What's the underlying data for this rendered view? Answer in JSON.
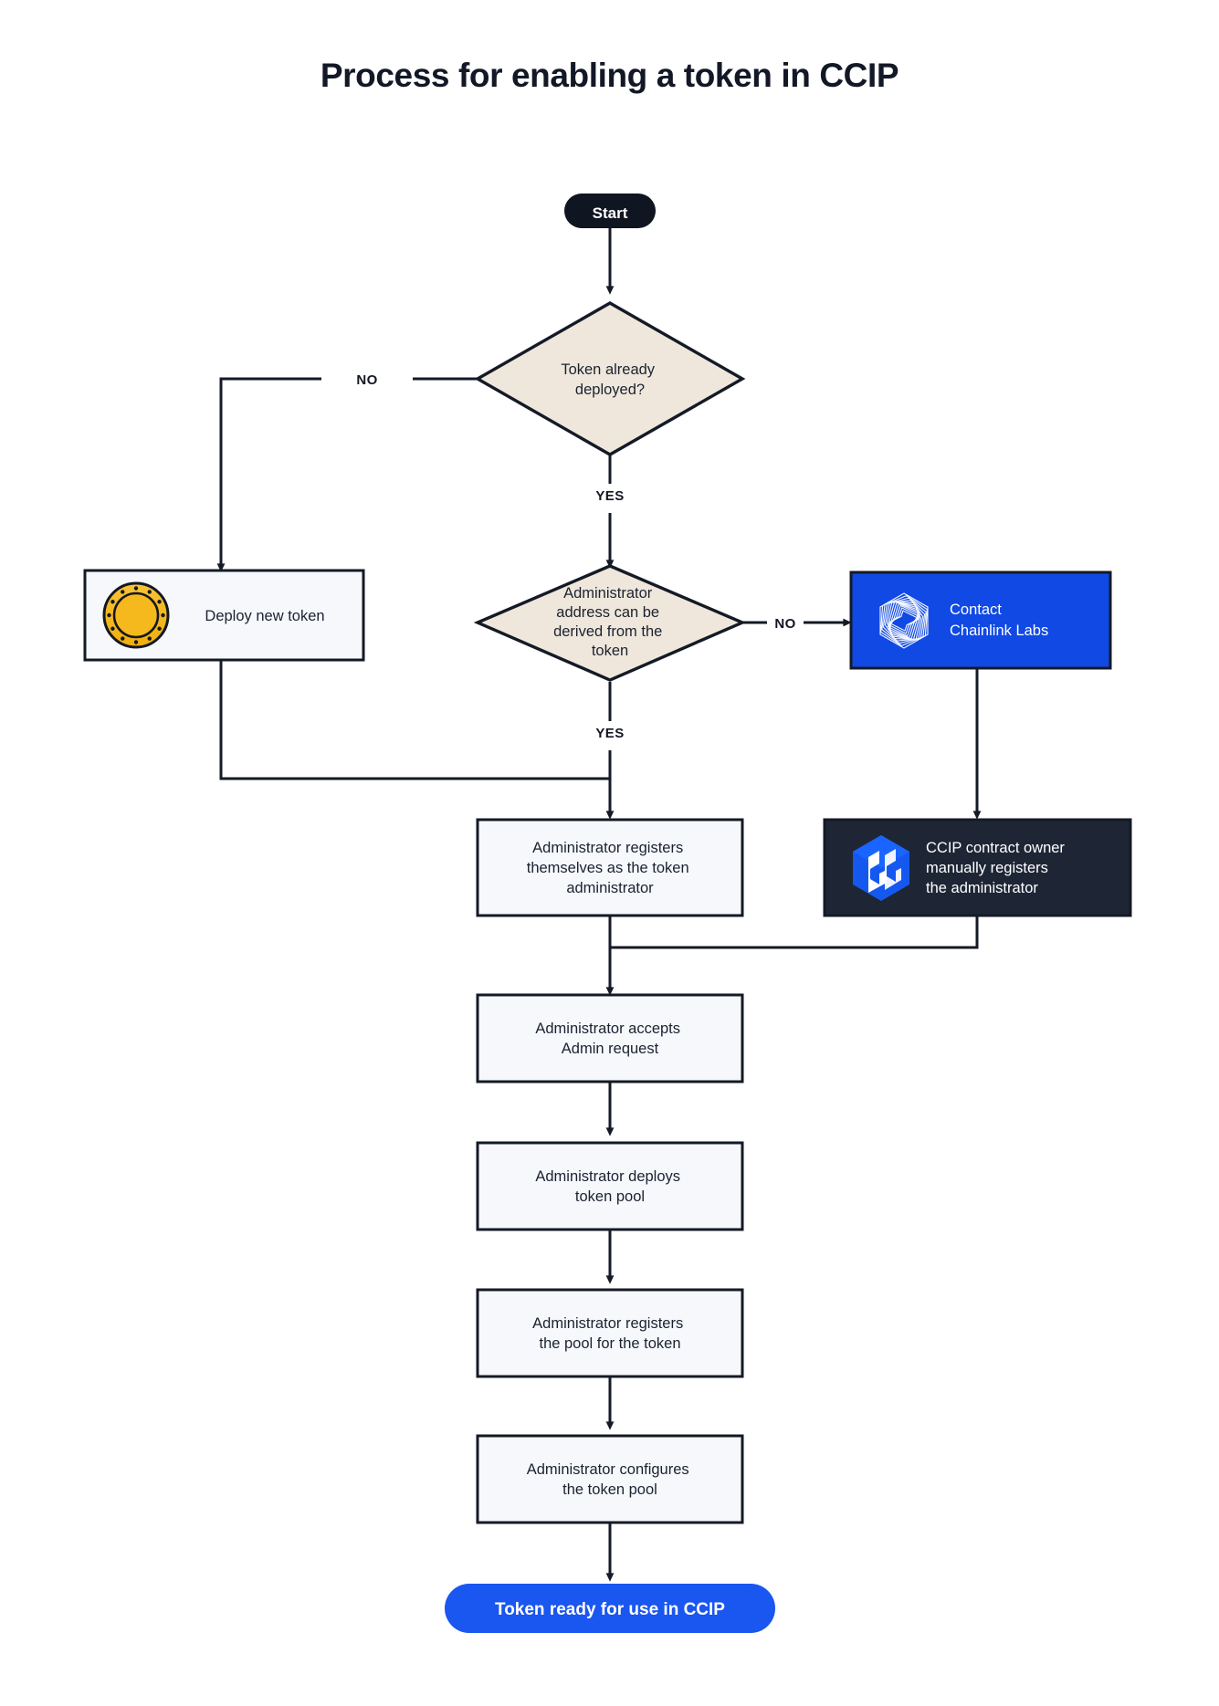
{
  "title": "Process for enabling a token in CCIP",
  "colors": {
    "background": "#ffffff",
    "title_text": "#121826",
    "stroke": "#141a26",
    "process_fill": "#f6f8fc",
    "decision_fill": "#efe7dc",
    "brand_blue": "#1049e4",
    "dark_navy": "#1e2636",
    "start_pill": "#101522",
    "coin_gold": "#f5b81d",
    "end_pill": "#1a56f0"
  },
  "nodes": {
    "start": {
      "label": "Start",
      "type": "terminator"
    },
    "decision_token_deployed": {
      "label_lines": [
        "Token already",
        "deployed?"
      ],
      "type": "decision"
    },
    "deploy_new_token": {
      "label_lines": [
        "Deploy new token"
      ],
      "type": "process",
      "icon": "gold-coin-icon"
    },
    "decision_admin_derivable": {
      "label_lines": [
        "Administrator",
        "address can be",
        "derived from the",
        "token"
      ],
      "type": "decision"
    },
    "contact_chainlink_labs": {
      "label_lines": [
        "Contact",
        "Chainlink Labs"
      ],
      "type": "process-blue",
      "icon": "chainlink-hexagon-icon"
    },
    "admin_registers_self": {
      "label_lines": [
        "Administrator registers",
        "themselves as the token",
        "administrator"
      ],
      "type": "process"
    },
    "ccip_owner_registers": {
      "label_lines": [
        "CCIP contract owner",
        "manually registers",
        "the administrator"
      ],
      "type": "process-dark",
      "icon": "ccip-hexagon-icon"
    },
    "admin_accepts": {
      "label_lines": [
        "Administrator accepts",
        "Admin request"
      ],
      "type": "process"
    },
    "admin_deploys_pool": {
      "label_lines": [
        "Administrator deploys",
        "token pool"
      ],
      "type": "process"
    },
    "admin_registers_pool": {
      "label_lines": [
        "Administrator registers",
        "the pool for the token"
      ],
      "type": "process"
    },
    "admin_configures_pool": {
      "label_lines": [
        "Administrator configures",
        "the token pool"
      ],
      "type": "process"
    },
    "end": {
      "label": "Token ready for use in CCIP",
      "type": "terminator"
    }
  },
  "edge_labels": {
    "no_token_deployed": "NO",
    "yes_token_deployed": "YES",
    "no_admin_derivable": "NO",
    "yes_admin_derivable": "YES"
  },
  "chart_data": {
    "type": "flowchart",
    "title": "Process for enabling a token in CCIP",
    "orientation": "top-to-bottom",
    "nodes": [
      {
        "id": "start",
        "shape": "stadium",
        "text": "Start"
      },
      {
        "id": "decision_token_deployed",
        "shape": "diamond",
        "text": "Token already deployed?"
      },
      {
        "id": "deploy_new_token",
        "shape": "rect",
        "text": "Deploy new token"
      },
      {
        "id": "decision_admin_derivable",
        "shape": "diamond",
        "text": "Administrator address can be derived from the token"
      },
      {
        "id": "contact_chainlink_labs",
        "shape": "rect",
        "text": "Contact Chainlink Labs"
      },
      {
        "id": "admin_registers_self",
        "shape": "rect",
        "text": "Administrator registers themselves as the token administrator"
      },
      {
        "id": "ccip_owner_registers",
        "shape": "rect",
        "text": "CCIP contract owner manually registers the administrator"
      },
      {
        "id": "admin_accepts",
        "shape": "rect",
        "text": "Administrator accepts Admin request"
      },
      {
        "id": "admin_deploys_pool",
        "shape": "rect",
        "text": "Administrator deploys token pool"
      },
      {
        "id": "admin_registers_pool",
        "shape": "rect",
        "text": "Administrator registers the pool for the token"
      },
      {
        "id": "admin_configures_pool",
        "shape": "rect",
        "text": "Administrator configures the token pool"
      },
      {
        "id": "end",
        "shape": "stadium",
        "text": "Token ready for use in CCIP"
      }
    ],
    "edges": [
      {
        "from": "start",
        "to": "decision_token_deployed",
        "label": ""
      },
      {
        "from": "decision_token_deployed",
        "to": "deploy_new_token",
        "label": "NO"
      },
      {
        "from": "decision_token_deployed",
        "to": "decision_admin_derivable",
        "label": "YES"
      },
      {
        "from": "deploy_new_token",
        "to": "admin_registers_self",
        "label": ""
      },
      {
        "from": "decision_admin_derivable",
        "to": "contact_chainlink_labs",
        "label": "NO"
      },
      {
        "from": "decision_admin_derivable",
        "to": "admin_registers_self",
        "label": "YES"
      },
      {
        "from": "contact_chainlink_labs",
        "to": "ccip_owner_registers",
        "label": ""
      },
      {
        "from": "admin_registers_self",
        "to": "admin_accepts",
        "label": ""
      },
      {
        "from": "ccip_owner_registers",
        "to": "admin_accepts",
        "label": ""
      },
      {
        "from": "admin_accepts",
        "to": "admin_deploys_pool",
        "label": ""
      },
      {
        "from": "admin_deploys_pool",
        "to": "admin_registers_pool",
        "label": ""
      },
      {
        "from": "admin_registers_pool",
        "to": "admin_configures_pool",
        "label": ""
      },
      {
        "from": "admin_configures_pool",
        "to": "end",
        "label": ""
      }
    ]
  }
}
